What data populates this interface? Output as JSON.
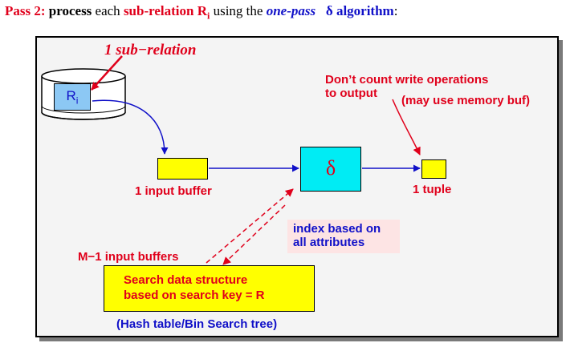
{
  "title": {
    "pass": "Pass 2:",
    "process": "process",
    "each": "each",
    "subrel": "sub-relation R",
    "sub_i": "i",
    "using_the": "using the",
    "one_pass": "one-pass",
    "delta": "δ",
    "algorithm": "algorithm",
    "colon": ":"
  },
  "diagram": {
    "one_sub_relation": "1 sub−relation",
    "ri_label": "R",
    "ri_sub": "i",
    "input_buffer": "1 input buffer",
    "delta_symbol": "δ",
    "one_tuple": "1 tuple",
    "dont_count_line1": "Don’t count  write  operations",
    "dont_count_line2": "to output",
    "memory_buf": "(may use memory buf)",
    "index_line1": "index based on",
    "index_line2": "all attributes",
    "m1_buffers": "M−1 input buffers",
    "search_line1": "Search data structure",
    "search_line2": "based on search key = R",
    "hash_table": "(Hash table/Bin Search tree)"
  },
  "colors": {
    "red": "#e0001b",
    "blue": "#1010c8",
    "yellow": "#ffff00",
    "cyan": "#00ecf4",
    "light_blue": "#8cc8f4",
    "pink": "#fde4e4",
    "frame_bg": "#f4f4f4"
  }
}
